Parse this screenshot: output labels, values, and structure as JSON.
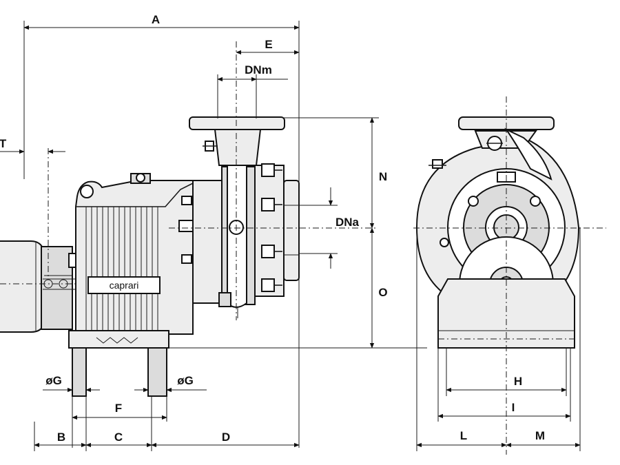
{
  "brand": "caprari",
  "dimensions": {
    "A": "A",
    "E": "E",
    "DNm": "DNm",
    "T": "T",
    "N": "N",
    "DNa": "DNa",
    "O": "O",
    "G_left": "øG",
    "G_right": "øG",
    "F": "F",
    "B": "B",
    "C": "C",
    "D": "D",
    "H": "H",
    "I": "I",
    "L": "L",
    "M": "M"
  }
}
